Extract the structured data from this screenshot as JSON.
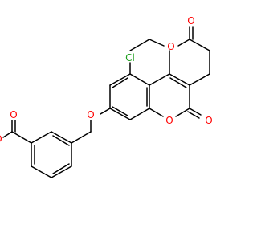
{
  "molecule": {
    "atom_labels": {
      "chlorine": "Cl",
      "ether_oxygen": "O",
      "ring_oxygen": "O",
      "lactone_carbonyl_oxygen": "O",
      "ester_methyl_carbonyl_oxygen": "O",
      "ester_methyl_oxygen": "O",
      "ethyl_ester_carbonyl_oxygen": "O",
      "ethyl_ester_oxygen": "O"
    },
    "colors": {
      "bond": "#000000",
      "chlorine": "#1ea01e",
      "oxygen": "#ff0000",
      "background": "#ffffff"
    }
  }
}
